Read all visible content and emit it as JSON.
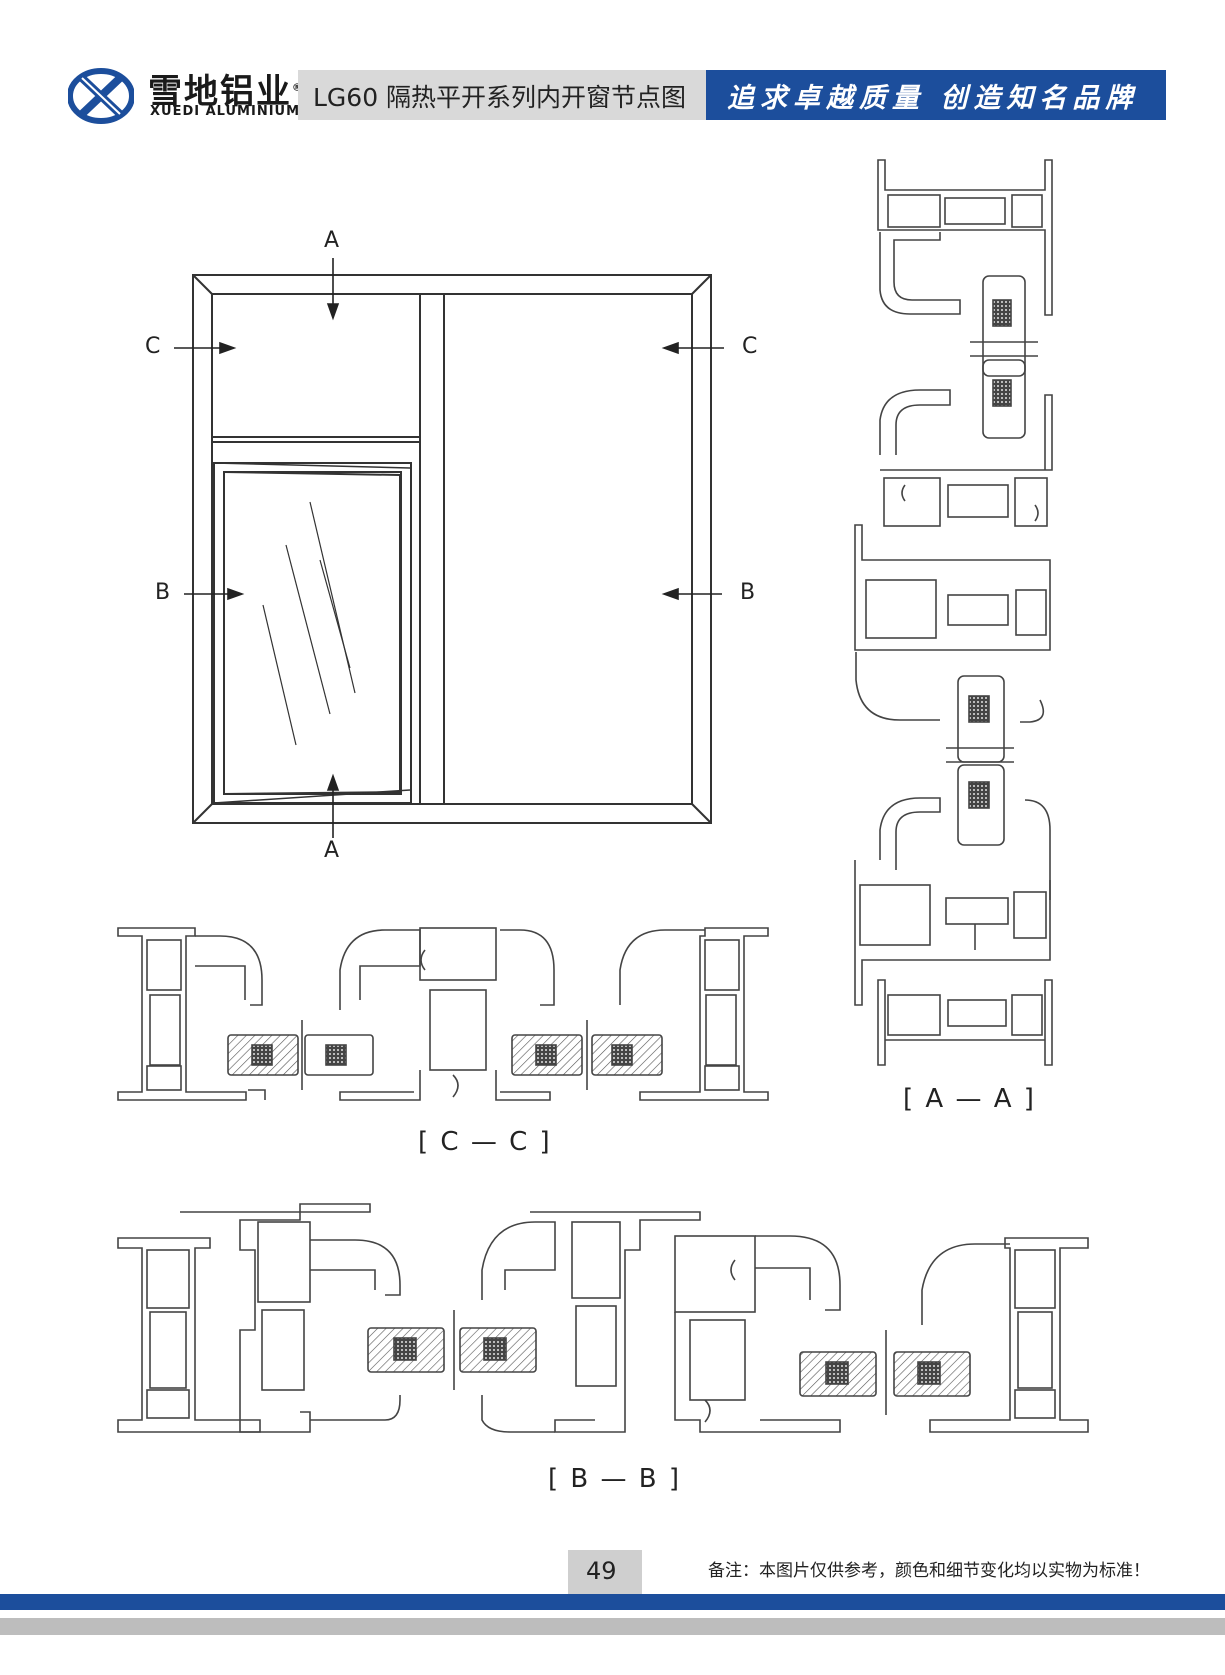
{
  "brand": {
    "name_cn": "雪地铝业",
    "name_en": "XUEDI ALUMINIUM",
    "registered": "®",
    "color": "#1c4e9c"
  },
  "header": {
    "title": "LG60 隔热平开系列内开窗节点图",
    "slogan": "追求卓越质量 创造知名品牌"
  },
  "window_labels": {
    "a_top": "A",
    "a_bottom": "A",
    "c_left": "C",
    "c_right": "C",
    "b_left": "B",
    "b_right": "B"
  },
  "sections": {
    "aa": "[ A — A ]",
    "cc": "[ C — C ]",
    "bb": "[ B — B ]"
  },
  "footer": {
    "page": "49",
    "note": "备注：本图片仅供参考，颜色和细节变化均以实物为标准！"
  },
  "icons": [
    "logo-x-icon",
    "arrow-down-icon",
    "arrow-right-icon",
    "arrow-left-icon",
    "arrow-up-icon"
  ]
}
